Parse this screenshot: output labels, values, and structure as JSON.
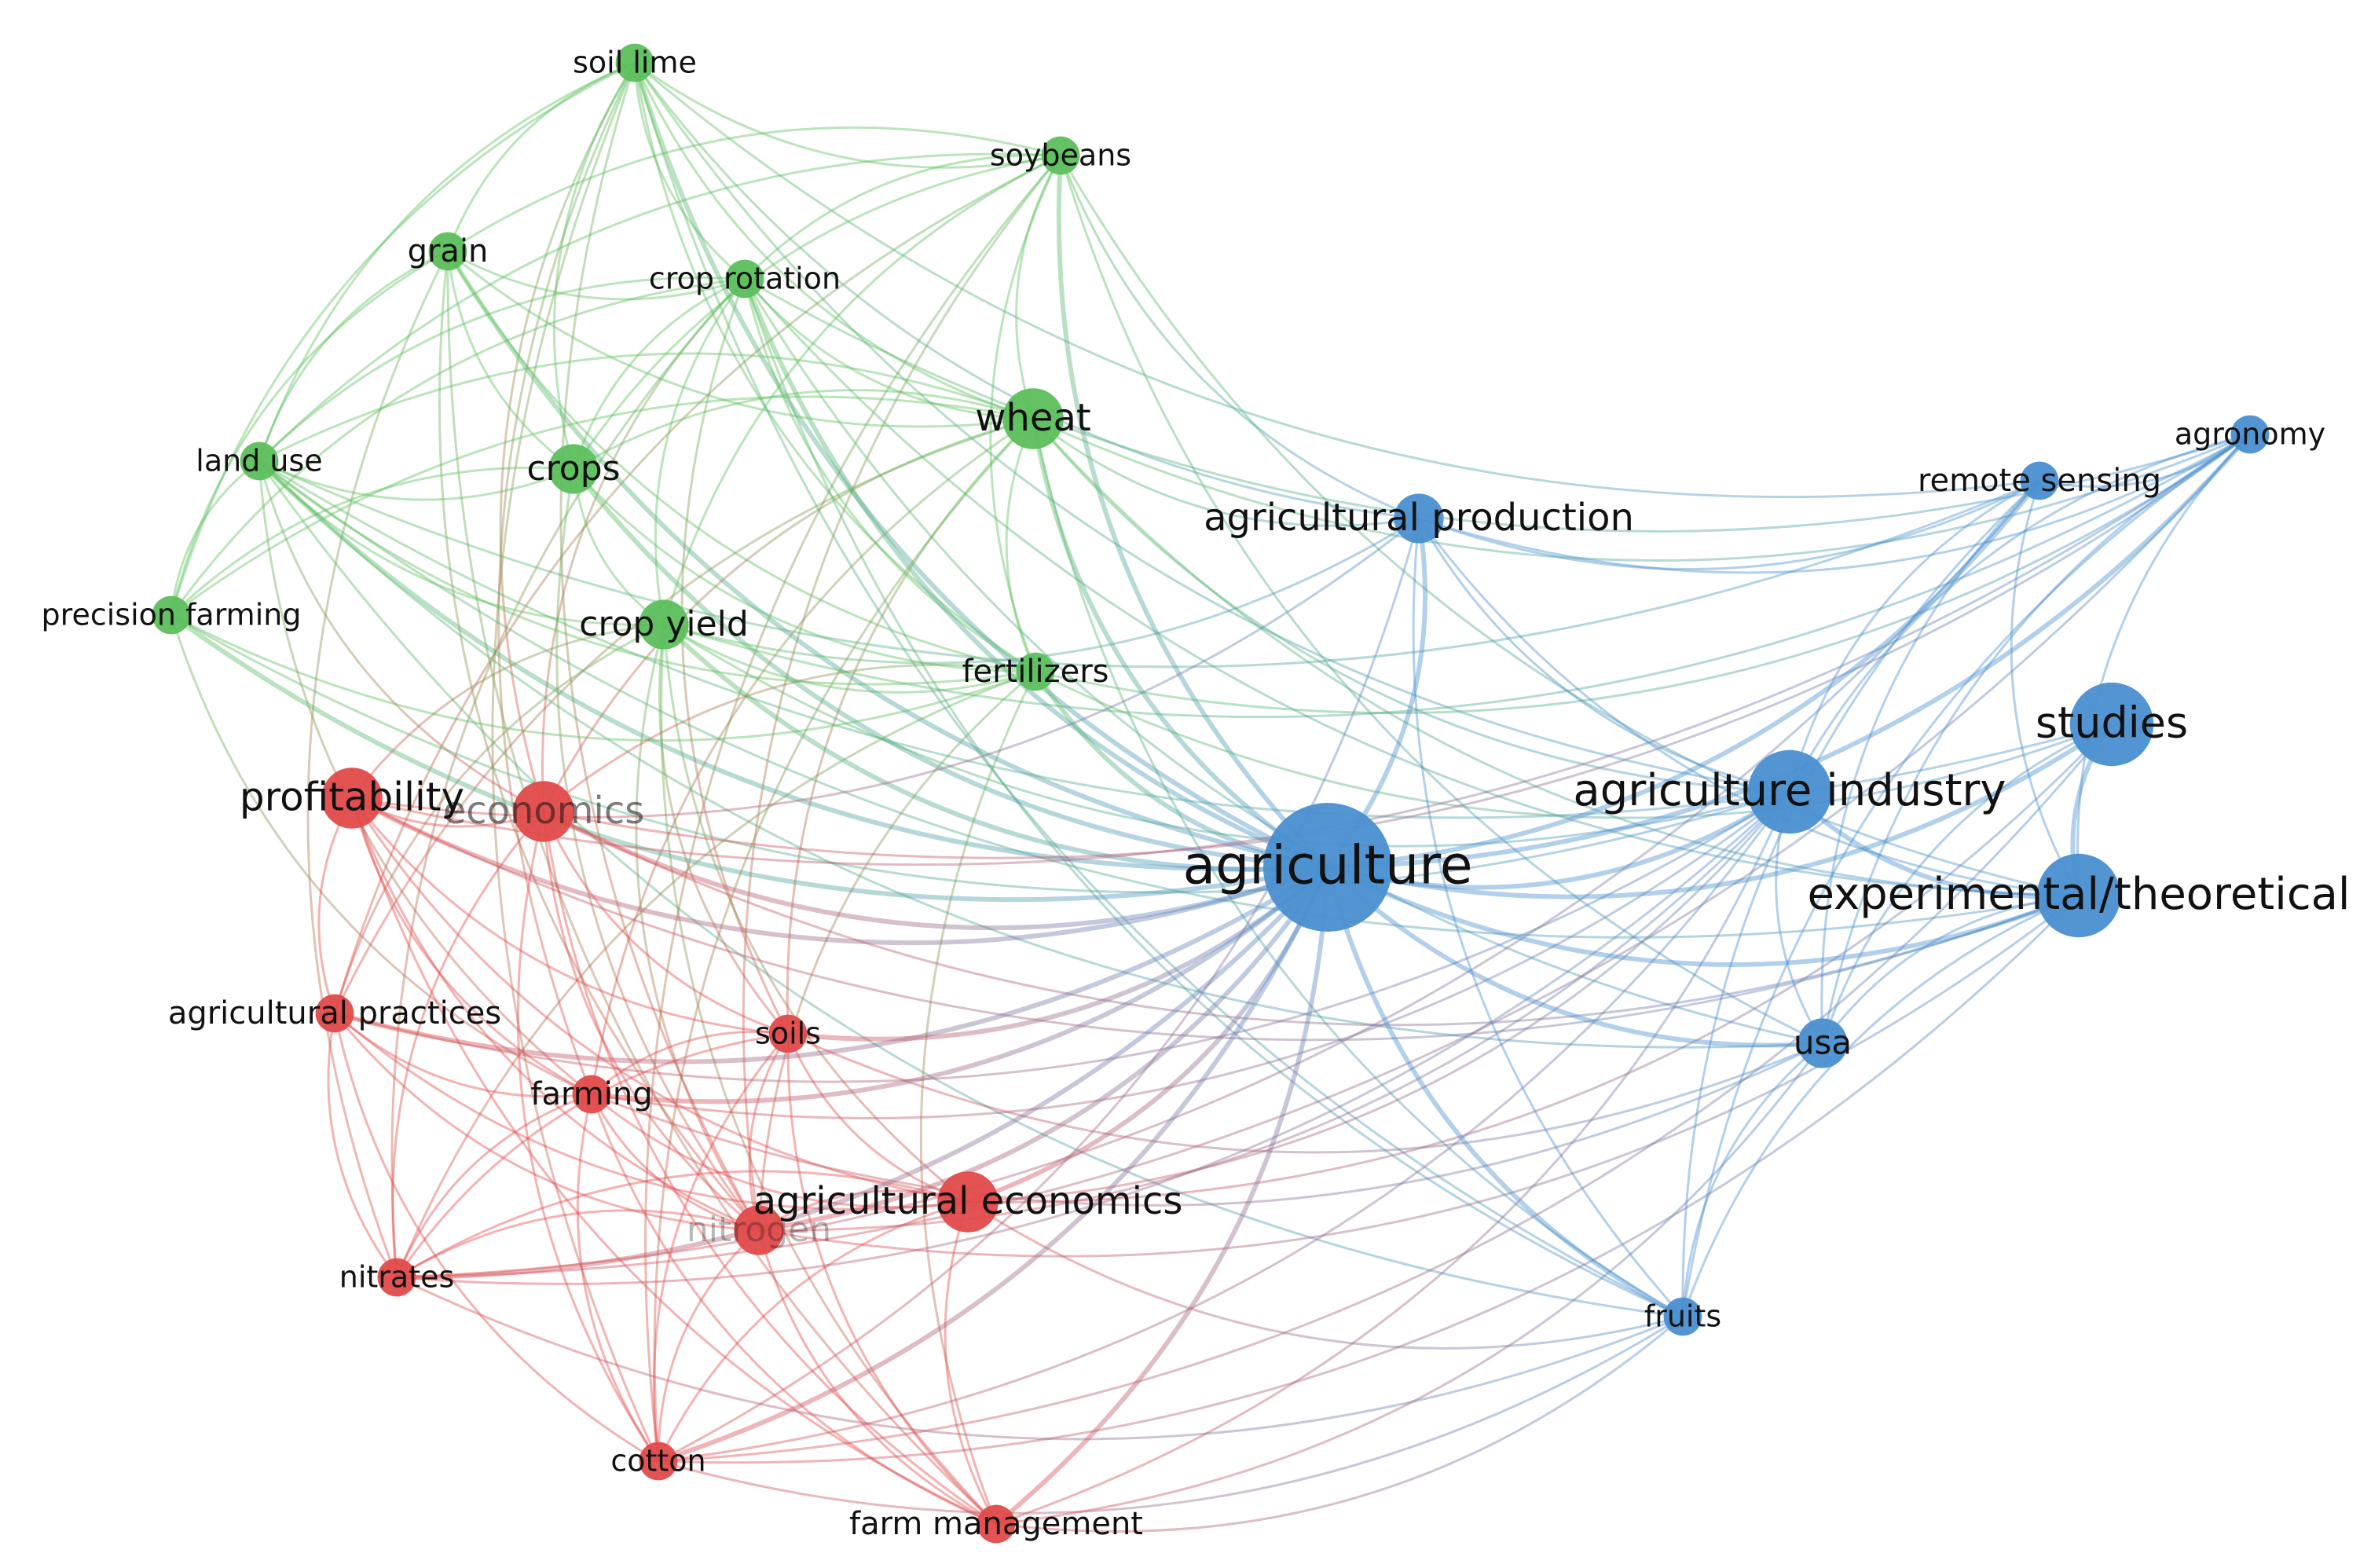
{
  "clusters": {
    "green": "#5cbf5c",
    "red": "#e24a4a",
    "blue": "#4a8fd0"
  },
  "nodes": [
    {
      "id": "soil_lime",
      "label": "soil lime",
      "cluster": "green",
      "weight": 2
    },
    {
      "id": "soybeans",
      "label": "soybeans",
      "cluster": "green",
      "weight": 2
    },
    {
      "id": "grain",
      "label": "grain",
      "cluster": "green",
      "weight": 2
    },
    {
      "id": "crop_rotation",
      "label": "crop rotation",
      "cluster": "green",
      "weight": 2
    },
    {
      "id": "wheat",
      "label": "wheat",
      "cluster": "green",
      "weight": 4
    },
    {
      "id": "land_use",
      "label": "land use",
      "cluster": "green",
      "weight": 2
    },
    {
      "id": "crops",
      "label": "crops",
      "cluster": "green",
      "weight": 3
    },
    {
      "id": "precision_farming",
      "label": "precision farming",
      "cluster": "green",
      "weight": 2
    },
    {
      "id": "crop_yield",
      "label": "crop yield",
      "cluster": "green",
      "weight": 3
    },
    {
      "id": "fertilizers",
      "label": "fertilizers",
      "cluster": "green",
      "weight": 2
    },
    {
      "id": "profitability",
      "label": "profitability",
      "cluster": "red",
      "weight": 4
    },
    {
      "id": "economics",
      "label": "economics",
      "cluster": "red",
      "weight": 4
    },
    {
      "id": "agricultural_practices",
      "label": "agricultural practices",
      "cluster": "red",
      "weight": 2
    },
    {
      "id": "soils",
      "label": "soils",
      "cluster": "red",
      "weight": 2
    },
    {
      "id": "farming",
      "label": "farming",
      "cluster": "red",
      "weight": 2
    },
    {
      "id": "agricultural_economics",
      "label": "agricultural economics",
      "cluster": "red",
      "weight": 4
    },
    {
      "id": "nitrogen",
      "label": "nitrogen",
      "cluster": "red",
      "weight": 3
    },
    {
      "id": "nitrates",
      "label": "nitrates",
      "cluster": "red",
      "weight": 2
    },
    {
      "id": "cotton",
      "label": "cotton",
      "cluster": "red",
      "weight": 2
    },
    {
      "id": "farm_management",
      "label": "farm management",
      "cluster": "red",
      "weight": 2
    },
    {
      "id": "agriculture",
      "label": "agriculture",
      "cluster": "blue",
      "weight": 10
    },
    {
      "id": "agricultural_production",
      "label": "agricultural production",
      "cluster": "blue",
      "weight": 3
    },
    {
      "id": "remote_sensing",
      "label": "remote sensing",
      "cluster": "blue",
      "weight": 2
    },
    {
      "id": "agronomy",
      "label": "agronomy",
      "cluster": "blue",
      "weight": 2
    },
    {
      "id": "studies",
      "label": "studies",
      "cluster": "blue",
      "weight": 6
    },
    {
      "id": "agriculture_industry",
      "label": "agriculture industry",
      "cluster": "blue",
      "weight": 6
    },
    {
      "id": "experimental_theoretical",
      "label": "experimental/theoretical",
      "cluster": "blue",
      "weight": 6
    },
    {
      "id": "usa",
      "label": "usa",
      "cluster": "blue",
      "weight": 3
    },
    {
      "id": "fruits",
      "label": "fruits",
      "cluster": "blue",
      "weight": 2
    }
  ]
}
